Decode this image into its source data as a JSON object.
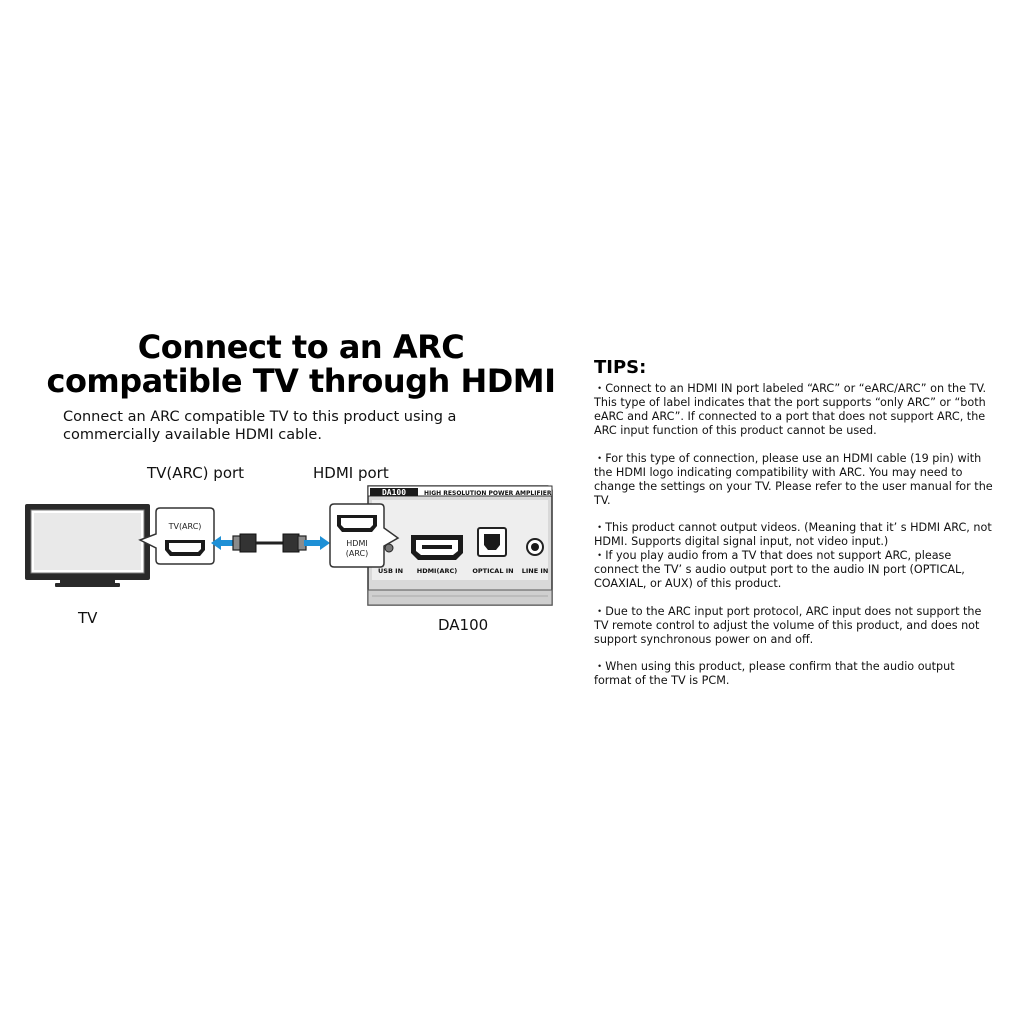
{
  "heading": {
    "line1": "Connect to an ARC",
    "line2": "compatible TV through HDMI"
  },
  "intro": "Connect an ARC compatible TV to this product using a commercially available HDMI cable.",
  "diagram": {
    "tv_port_label": "TV(ARC) port",
    "hdmi_port_label": "HDMI port",
    "tv_label": "TV",
    "device_label": "DA100",
    "tv_port_tag": "TV(ARC)",
    "device_port_tag_line1": "HDMI",
    "device_port_tag_line2": "(ARC)",
    "device_logo": "DA100",
    "device_banner": "HIGH RESOLUTION POWER AMPLIFIER",
    "panel_usb_in": "USB IN",
    "panel_hdmi_arc": "HDMI(ARC)",
    "panel_optical_in": "OPTICAL IN",
    "panel_line_in": "LINE IN",
    "arrow_color": "#1e90d6"
  },
  "tips": {
    "title": "TIPS:",
    "items": [
      "・Connect to an HDMI IN port labeled “ARC” or “eARC/ARC” on the TV. This type of label indicates that the port supports “only ARC” or “both eARC and ARC”. If connected to a port that does not support ARC, the ARC input function of this product cannot be used.",
      "・For this type of connection, please use an HDMI cable (19 pin) with the HDMI logo indicating compatibility with ARC. You may need to change the settings on your TV. Please refer to the user manual for the TV.",
      "・This product cannot output videos. (Meaning that it’ s HDMI ARC, not HDMI. Supports digital signal input, not video input.)",
      "・If you play audio from a TV that does not support ARC, please connect the TV’ s audio output port to the audio IN port (OPTICAL, COAXIAL, or AUX) of this product.",
      "・Due to the ARC input port protocol, ARC input does not support the TV remote control to adjust the volume of this product, and does not support synchronous power on and off.",
      "・When using this product, please confirm that the audio output format of the TV is PCM."
    ]
  }
}
